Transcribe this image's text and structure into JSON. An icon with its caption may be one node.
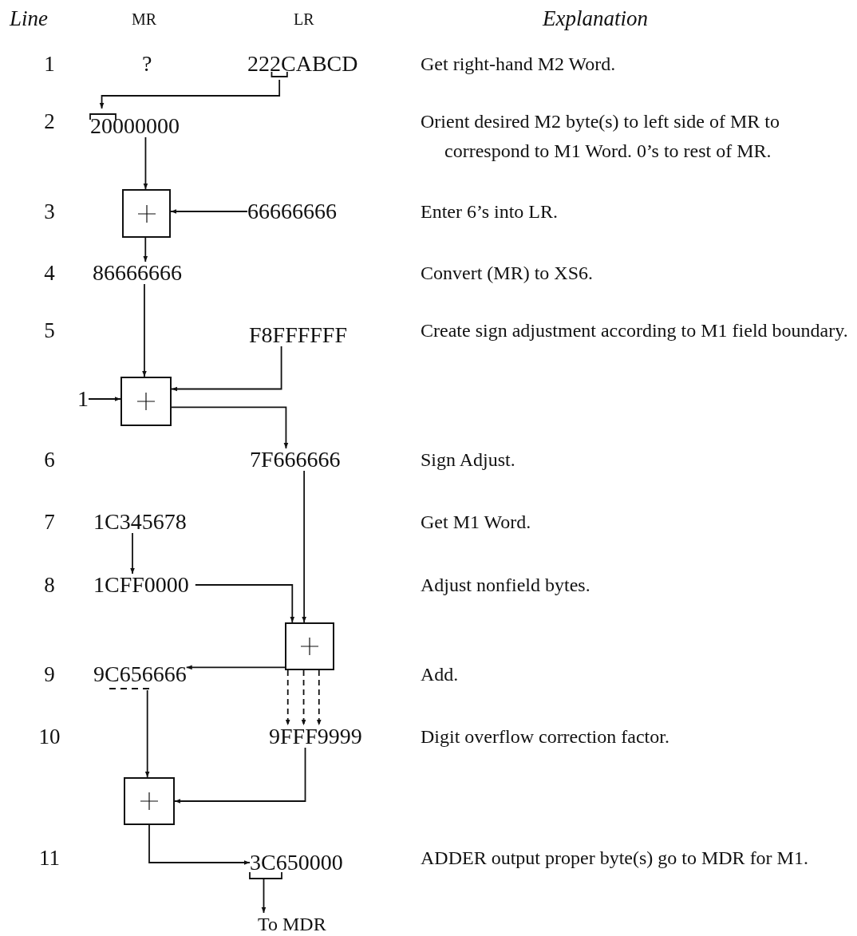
{
  "diagram": {
    "nodes": [
      {
        "text": [
          "222CABCD"
        ]
      },
      {
        "text": [
          "20000000"
        ]
      },
      {
        "text": [],
        "shape": "box"
      },
      {
        "text": [
          "66666666"
        ]
      },
      {
        "text": [
          "86666666"
        ]
      },
      {
        "text": [
          "F8FFFFFF"
        ]
      },
      {
        "text": [
          "1"
        ]
      },
      {
        "text": [],
        "shape": "box"
      },
      {
        "text": [
          "7F666666"
        ]
      },
      {
        "text": [
          "1C345678"
        ]
      },
      {
        "text": [
          "1CFF0000"
        ]
      },
      {
        "text": [],
        "shape": "box"
      },
      {
        "text": [
          "9C656666"
        ]
      },
      {
        "text": [
          "9FFF9999"
        ]
      },
      {
        "text": [],
        "shape": "box"
      },
      {
        "text": [
          "3C650000"
        ]
      },
      {
        "text": [
          "To MDR"
        ]
      }
    ],
    "edges": [
      {
        "from": 0,
        "to": 1,
        "arrow": "to"
      },
      {
        "from": 1,
        "to": 2,
        "arrow": "to"
      },
      {
        "from": 3,
        "to": 2,
        "arrow": "to"
      },
      {
        "from": 2,
        "to": 4,
        "arrow": "to"
      },
      {
        "from": 4,
        "to": 7,
        "arrow": "to"
      },
      {
        "from": 5,
        "to": 7,
        "arrow": "to"
      },
      {
        "from": 6,
        "to": 7,
        "arrow": "to"
      },
      {
        "from": 7,
        "to": 8,
        "arrow": "to"
      },
      {
        "from": 8,
        "to": 11,
        "arrow": "to"
      },
      {
        "from": 9,
        "to": 10,
        "arrow": "to"
      },
      {
        "from": 10,
        "to": 11,
        "arrow": "to"
      },
      {
        "from": 11,
        "to": 12,
        "arrow": "to"
      },
      {
        "from": 11,
        "to": 13,
        "arrow": "to",
        "style": "dashed"
      },
      {
        "from": 11,
        "to": 13,
        "arrow": "to",
        "style": "dashed"
      },
      {
        "from": 11,
        "to": 13,
        "arrow": "to",
        "style": "dashed"
      },
      {
        "from": 12,
        "to": 14,
        "arrow": "to"
      },
      {
        "from": 13,
        "to": 14,
        "arrow": "to"
      },
      {
        "from": 14,
        "to": 15,
        "arrow": "to"
      },
      {
        "from": 15,
        "to": 16,
        "arrow": "to"
      }
    ],
    "labels": [
      "Line",
      "MR",
      "LR",
      "Explanation",
      "1",
      "?",
      "Get right-hand M2 Word.",
      "2",
      "Orient desired M2 byte(s) to left side of MR to correspond to M1 Word. 0’s to rest of MR.",
      "3",
      "Enter 6’s into LR.",
      "4",
      "Convert (MR) to XS6.",
      "5",
      "Create sign adjustment according to M1 field boundary.",
      "6",
      "Sign Adjust.",
      "7",
      "Get M1 Word.",
      "8",
      "Adjust nonfield bytes.",
      "9",
      "Add.",
      "10",
      "Digit overflow correction factor.",
      "11",
      "ADDER output proper byte(s) go to MDR for M1."
    ]
  }
}
